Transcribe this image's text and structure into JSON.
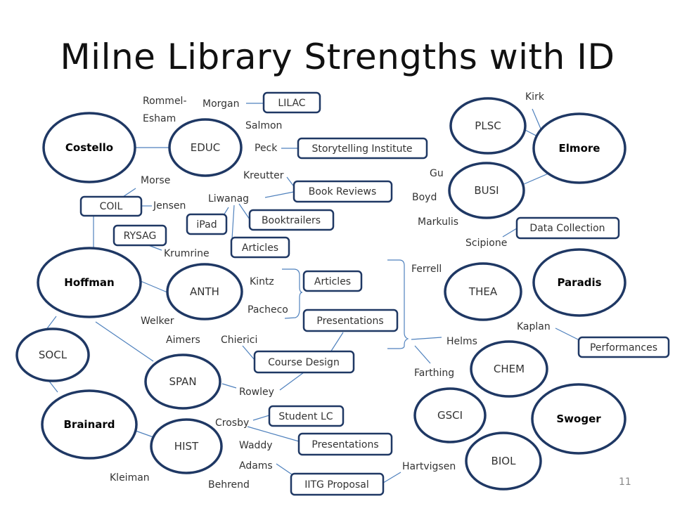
{
  "title": "Milne Library Strengths with ID",
  "page_number": "11",
  "nodes": {
    "costello": "Costello",
    "educ": "EDUC",
    "plsc": "PLSC",
    "elmore": "Elmore",
    "busi": "BUSI",
    "hoffman": "Hoffman",
    "anth": "ANTH",
    "thea": "THEA",
    "paradis": "Paradis",
    "socl": "SOCL",
    "span": "SPAN",
    "chem": "CHEM",
    "brainard": "Brainard",
    "gsci": "GSCI",
    "swoger": "Swoger",
    "hist": "HIST",
    "biol": "BIOL"
  },
  "boxes": {
    "lilac": "LILAC",
    "storytelling": "Storytelling Institute",
    "book_reviews": "Book Reviews",
    "coil": "COIL",
    "booktrailers": "Booktrailers",
    "ipad": "iPad",
    "rysag": "RYSAG",
    "articles_top": "Articles",
    "data_collection": "Data Collection",
    "articles_mid": "Articles",
    "presentations_mid": "Presentations",
    "performances": "Performances",
    "course_design": "Course Design",
    "student_lc": "Student LC",
    "presentations_bottom": "Presentations",
    "iitg_proposal": "IITG Proposal"
  },
  "names": {
    "rommel_1": "Rommel-",
    "rommel_2": "Esham",
    "morgan": "Morgan",
    "salmon": "Salmon",
    "peck": "Peck",
    "kreutter": "Kreutter",
    "morse": "Morse",
    "liwanag": "Liwanag",
    "jensen": "Jensen",
    "krumrine": "Krumrine",
    "kirk": "Kirk",
    "gu": "Gu",
    "boyd": "Boyd",
    "markulis": "Markulis",
    "scipione": "Scipione",
    "ferrell": "Ferrell",
    "kintz": "Kintz",
    "pacheco": "Pacheco",
    "welker": "Welker",
    "aimers": "Aimers",
    "chierici": "Chierici",
    "kaplan": "Kaplan",
    "helms": "Helms",
    "farthing": "Farthing",
    "rowley": "Rowley",
    "crosby": "Crosby",
    "waddy": "Waddy",
    "adams": "Adams",
    "hartvigsen": "Hartvigsen",
    "kleiman": "Kleiman",
    "behrend": "Behrend"
  }
}
